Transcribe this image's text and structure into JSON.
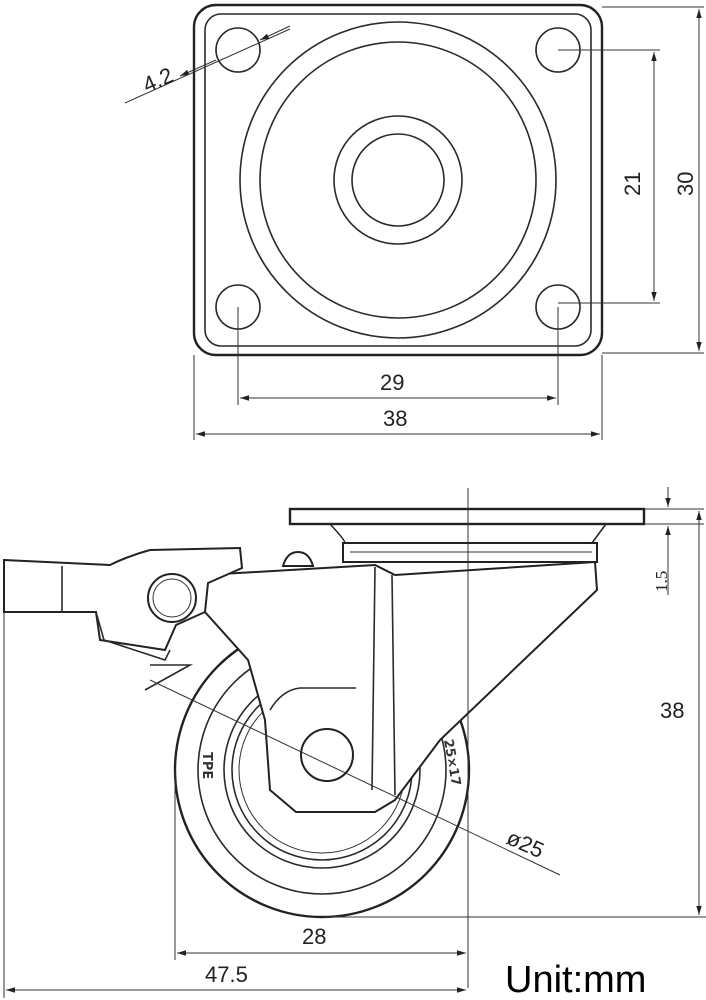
{
  "top_view": {
    "hole_diameter": "4.2",
    "inner_hole_spacing": "21",
    "plate_height": "30",
    "hole_spacing_x": "29",
    "plate_width": "38"
  },
  "side_view": {
    "plate_thickness": "1.5",
    "total_height": "38",
    "wheel_diameter": "ø25",
    "wheel_width": "28",
    "overall_length": "47.5",
    "tire_material": "TPE",
    "tire_size": "25×17"
  },
  "unit_label": "Unit:mm"
}
